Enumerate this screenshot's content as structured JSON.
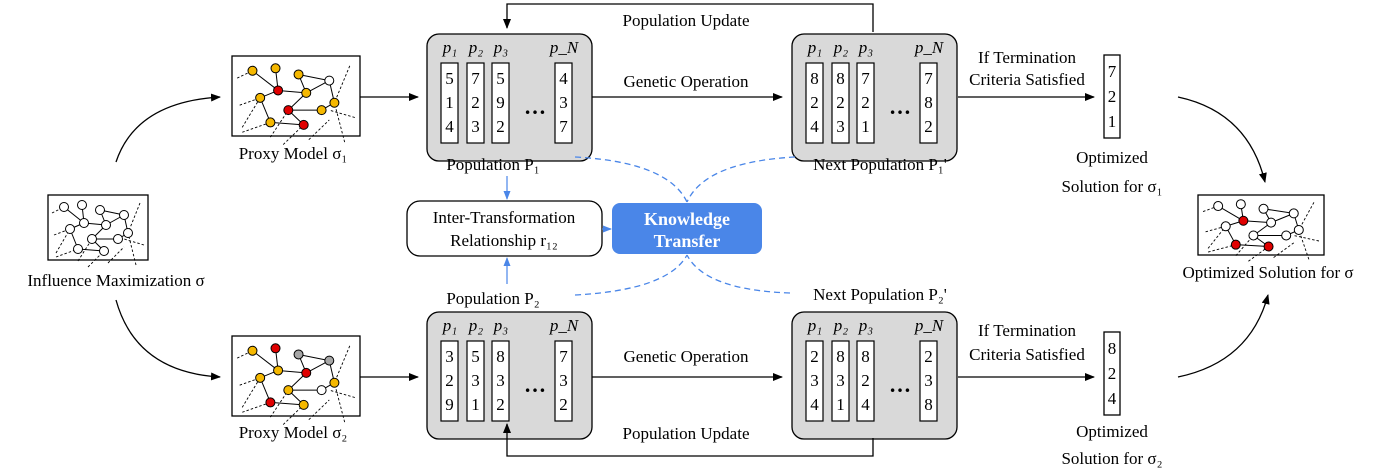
{
  "colors": {
    "population_fill": "#d9d9d9",
    "knowledge_transfer": "#4a86e8",
    "dashed_link": "#4a86e8",
    "node_red": "#e00000",
    "node_orange": "#f5b800",
    "node_gray": "#a6a6a6"
  },
  "input": {
    "label": "Influence Maximization σ"
  },
  "proxy1": {
    "label": "Proxy Model σ₁"
  },
  "proxy2": {
    "label": "Proxy Model σ₂"
  },
  "pop1": {
    "headers": [
      "p₁",
      "p₂",
      "p₃",
      "p_N"
    ],
    "columns": [
      [
        "5",
        "1",
        "4"
      ],
      [
        "7",
        "2",
        "3"
      ],
      [
        "5",
        "9",
        "2"
      ],
      [
        "4",
        "3",
        "7"
      ]
    ],
    "ellipsis": "…",
    "label": "Population P₁"
  },
  "next1": {
    "headers": [
      "p₁",
      "p₂",
      "p₃",
      "p_N"
    ],
    "columns": [
      [
        "8",
        "2",
        "4"
      ],
      [
        "8",
        "2",
        "3"
      ],
      [
        "7",
        "2",
        "1"
      ],
      [
        "7",
        "8",
        "2"
      ]
    ],
    "ellipsis": "…",
    "label": "Next Population P₁'"
  },
  "pop2": {
    "headers": [
      "p₁",
      "p₂",
      "p₃",
      "p_N"
    ],
    "columns": [
      [
        "3",
        "2",
        "9"
      ],
      [
        "5",
        "3",
        "1"
      ],
      [
        "8",
        "3",
        "2"
      ],
      [
        "7",
        "3",
        "2"
      ]
    ],
    "ellipsis": "…",
    "label": "Population P₂"
  },
  "next2": {
    "headers": [
      "p₁",
      "p₂",
      "p₃",
      "p_N"
    ],
    "columns": [
      [
        "2",
        "3",
        "4"
      ],
      [
        "8",
        "3",
        "1"
      ],
      [
        "8",
        "2",
        "4"
      ],
      [
        "2",
        "3",
        "8"
      ]
    ],
    "ellipsis": "…",
    "label": "Next Population P₂'"
  },
  "genetic_operation": "Genetic Operation",
  "population_update": "Population Update",
  "termination": {
    "line1": "If Termination",
    "line2": "Criteria Satisfied"
  },
  "solution1": {
    "values": [
      "7",
      "2",
      "1"
    ],
    "line1": "Optimized",
    "line2": "Solution for σ₁"
  },
  "solution2": {
    "values": [
      "8",
      "2",
      "4"
    ],
    "line1": "Optimized",
    "line2": "Solution for σ₂"
  },
  "final": {
    "label": "Optimized Solution for σ"
  },
  "relationship": {
    "line1": "Inter-Transformation",
    "line2": "Relationship r₁₂"
  },
  "knowledge_transfer": {
    "line1": "Knowledge",
    "line2": "Transfer"
  }
}
